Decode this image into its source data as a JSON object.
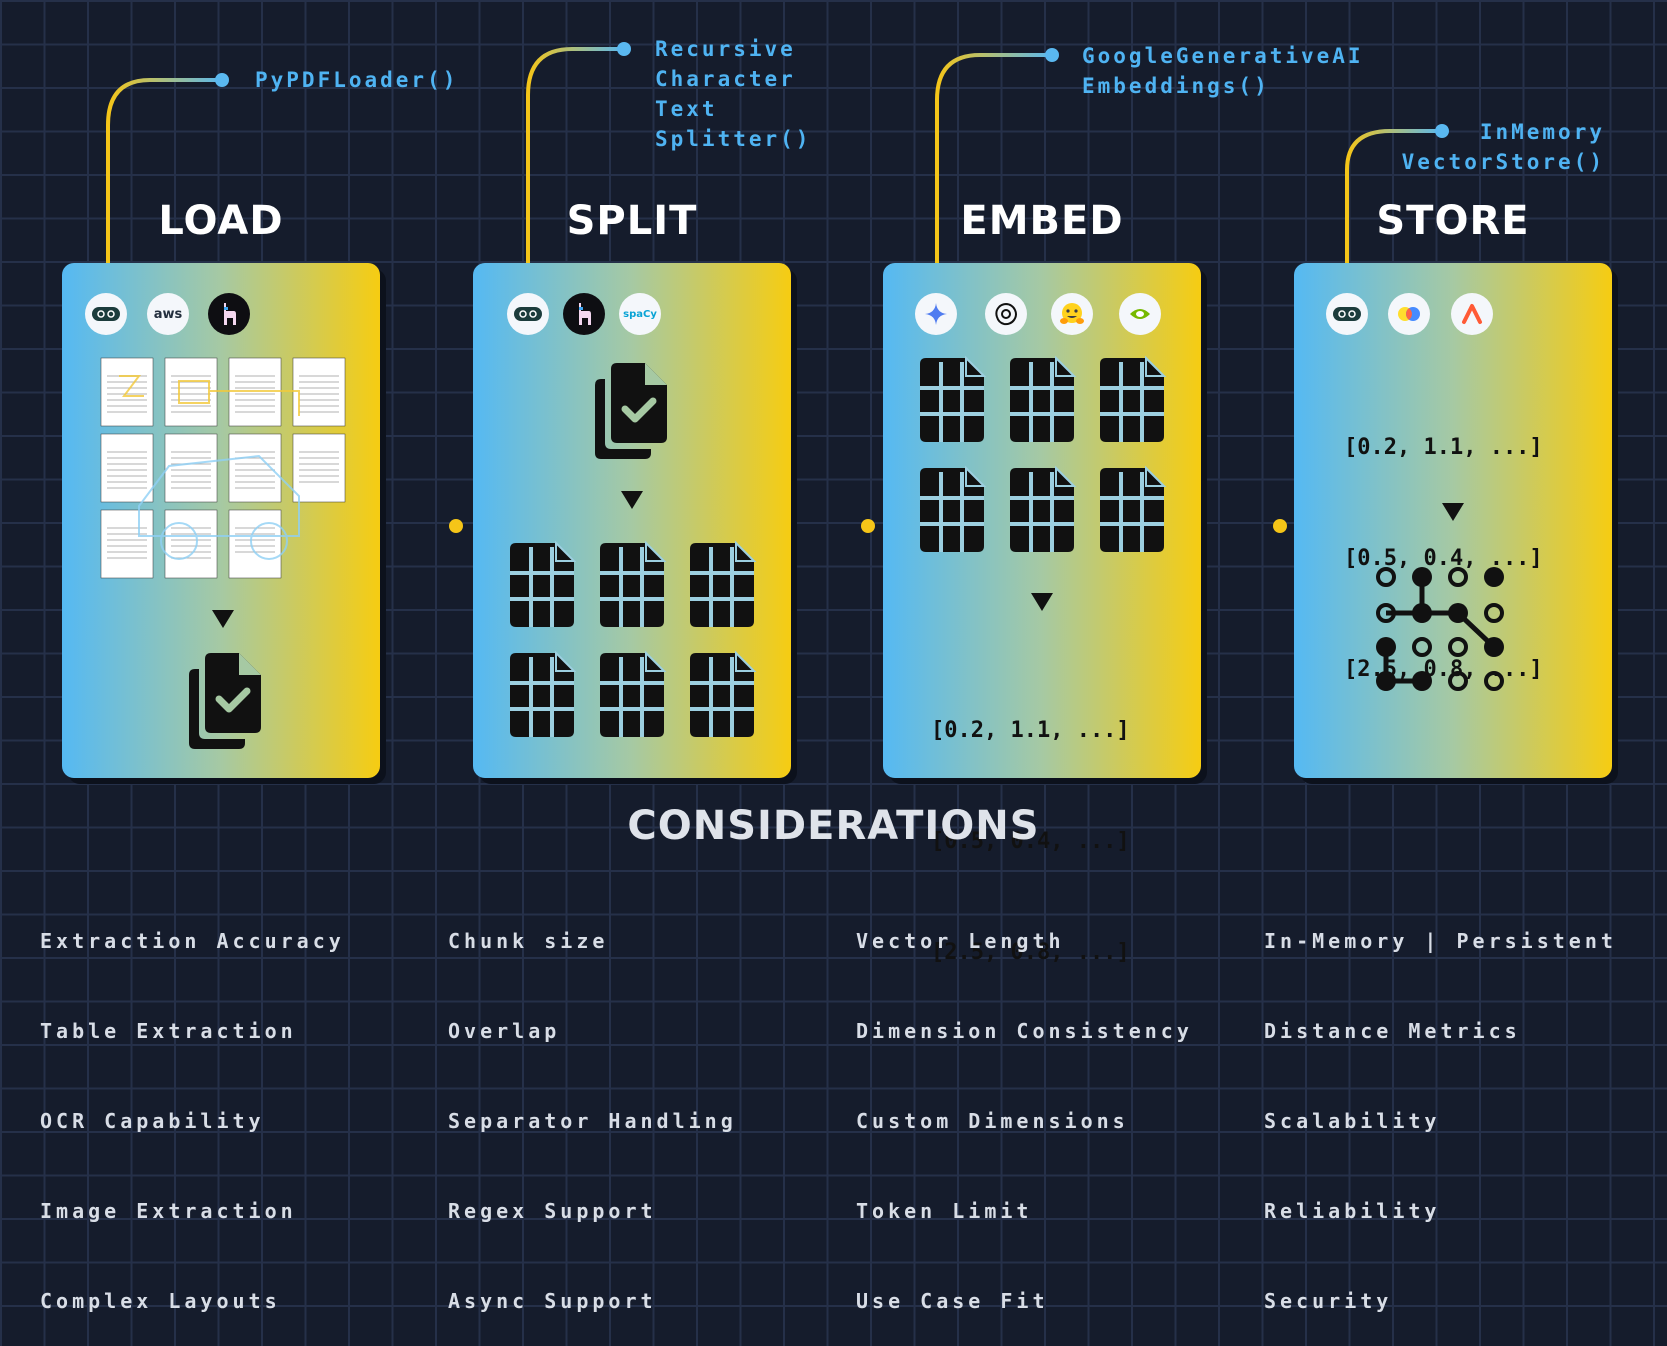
{
  "stages": [
    {
      "title": "LOAD",
      "code": [
        "PyPDFLoader()"
      ],
      "logos": [
        "langchain-icon",
        "aws-icon",
        "llama-icon"
      ],
      "aws_text": "aws"
    },
    {
      "title": "SPLIT",
      "code": [
        "Recursive",
        "Character",
        "Text",
        "Splitter()"
      ],
      "logos": [
        "langchain-icon",
        "llama-icon",
        "spacy-icon"
      ],
      "spacy_text": "spaCy"
    },
    {
      "title": "EMBED",
      "code": [
        "GoogleGenerativeAI",
        "Embeddings()"
      ],
      "logos": [
        "gemini-icon",
        "openai-icon",
        "huggingface-icon",
        "nvidia-icon"
      ]
    },
    {
      "title": "STORE",
      "code": [
        "InMemory",
        "VectorStore()"
      ],
      "logos": [
        "langchain-icon",
        "chroma-icon",
        "astra-icon"
      ]
    }
  ],
  "vectors": [
    "[0.2, 1.1, ...]",
    "[0.5, 0.4, ...]",
    "[2.5, 0.8, ...]"
  ],
  "considerations": {
    "title": "CONSIDERATIONS",
    "columns": [
      [
        "Extraction Accuracy",
        "Table Extraction",
        "OCR Capability",
        "Image Extraction",
        "Complex Layouts"
      ],
      [
        "Chunk size",
        "Overlap",
        "Separator Handling",
        "Regex Support",
        "Async Support"
      ],
      [
        "Vector Length",
        "Dimension Consistency",
        "Custom Dimensions",
        "Token Limit",
        "Use Case Fit"
      ],
      [
        "In-Memory | Persistent",
        "Distance Metrics",
        "Scalability",
        "Reliability",
        "Security"
      ]
    ]
  },
  "colors": {
    "background": "#151c2c",
    "grid": "#253049",
    "accent_yellow": "#f5c518",
    "accent_blue": "#4fb3f2"
  }
}
